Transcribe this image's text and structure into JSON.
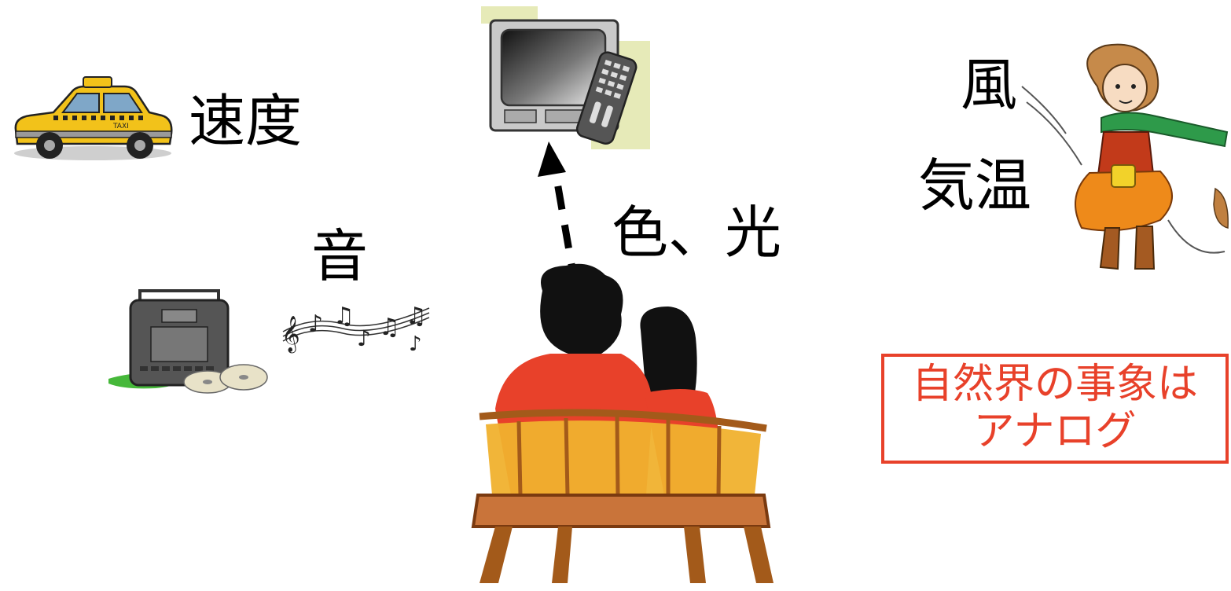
{
  "labels": {
    "speed": "速度",
    "sound": "音",
    "color_light": "色、光",
    "wind": "風",
    "temperature": "気温"
  },
  "callout": {
    "line1": "自然界の事象は",
    "line2": "アナログ"
  },
  "taxi_sign": "TAXI",
  "colors": {
    "callout_accent": "#e8412a",
    "taxi_yellow": "#f2c21a",
    "scarf_red": "#e8412a",
    "bench_brown": "#a35a1a"
  },
  "icons": [
    "taxi-icon",
    "tv-with-remote-icon",
    "girl-in-wind-icon",
    "boombox-icon",
    "music-notes-icon",
    "couple-on-bench-icon",
    "dashed-arrow-icon"
  ]
}
